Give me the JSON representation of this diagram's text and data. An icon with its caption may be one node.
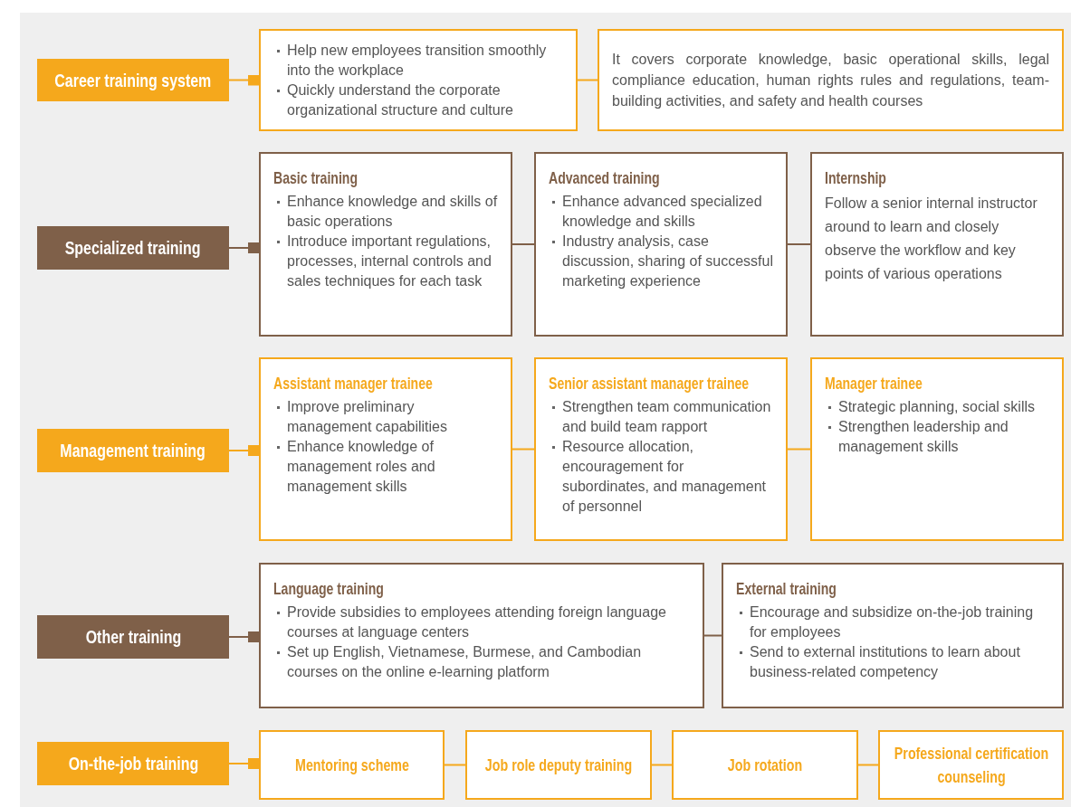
{
  "diagram": {
    "nodes": [
      {
        "text": [
          "Career training system"
        ]
      },
      {
        "text": [
          "Help new employees transition smoothly into the workplace",
          "Quickly understand the corporate organizational structure and culture"
        ]
      },
      {
        "text": [
          "It covers corporate knowledge, basic operational skills, legal compliance education, human rights rules and regulations, team-building activities, and safety and health courses"
        ]
      },
      {
        "text": [
          "Specialized training"
        ]
      },
      {
        "text": [
          "Basic training",
          "Enhance knowledge and skills of basic operations",
          "Introduce important regulations, processes, internal controls and sales techniques for each task"
        ]
      },
      {
        "text": [
          "Advanced training",
          "Enhance advanced specialized knowledge and skills",
          "Industry analysis, case discussion, sharing of successful marketing experience"
        ]
      },
      {
        "text": [
          "Internship",
          "Follow a senior internal instructor around to learn and closely observe the workflow and key points of various operations"
        ]
      },
      {
        "text": [
          "Management training"
        ]
      },
      {
        "text": [
          "Assistant manager trainee",
          "Improve preliminary management capabilities",
          "Enhance knowledge of management roles and management skills"
        ]
      },
      {
        "text": [
          "Senior assistant manager trainee",
          "Strengthen team communication and build team rapport",
          "Resource allocation, encouragement for subordinates, and management of personnel"
        ]
      },
      {
        "text": [
          "Manager trainee",
          "Strategic planning, social skills",
          "Strengthen leadership and management skills"
        ]
      },
      {
        "text": [
          "Other training"
        ]
      },
      {
        "text": [
          "Language training",
          "Provide subsidies to employees attending foreign language courses at language centers",
          "Set up English, Vietnamese, Burmese, and Cambodian courses on the online e-learning platform"
        ]
      },
      {
        "text": [
          "External training",
          "Encourage and subsidize on-the-job training for employees",
          "Send to external institutions to learn about business-related competency"
        ]
      },
      {
        "text": [
          "On-the-job training"
        ]
      },
      {
        "text": [
          "Mentoring scheme"
        ]
      },
      {
        "text": [
          "Job role deputy training"
        ]
      },
      {
        "text": [
          "Job rotation"
        ]
      },
      {
        "text": [
          "Professional certification counseling"
        ]
      }
    ],
    "edges": [
      {
        "from": 0,
        "to": 1,
        "arrow": "other"
      },
      {
        "from": 1,
        "to": 2,
        "arrow": "none"
      },
      {
        "from": 3,
        "to": 4,
        "arrow": "other",
        "color": "#7f6049"
      },
      {
        "from": 4,
        "to": 5,
        "arrow": "none",
        "color": "#7f6049"
      },
      {
        "from": 5,
        "to": 6,
        "arrow": "none",
        "color": "#7f6049"
      },
      {
        "from": 7,
        "to": 8,
        "arrow": "other"
      },
      {
        "from": 8,
        "to": 9,
        "arrow": "none"
      },
      {
        "from": 9,
        "to": 10,
        "arrow": "none"
      },
      {
        "from": 11,
        "to": 12,
        "arrow": "other",
        "color": "#7f6049"
      },
      {
        "from": 12,
        "to": 13,
        "arrow": "none",
        "color": "#7f6049"
      },
      {
        "from": 14,
        "to": 15,
        "arrow": "other"
      },
      {
        "from": 15,
        "to": 16,
        "arrow": "none"
      },
      {
        "from": 16,
        "to": 17,
        "arrow": "none"
      },
      {
        "from": 17,
        "to": 18,
        "arrow": "none"
      }
    ]
  }
}
